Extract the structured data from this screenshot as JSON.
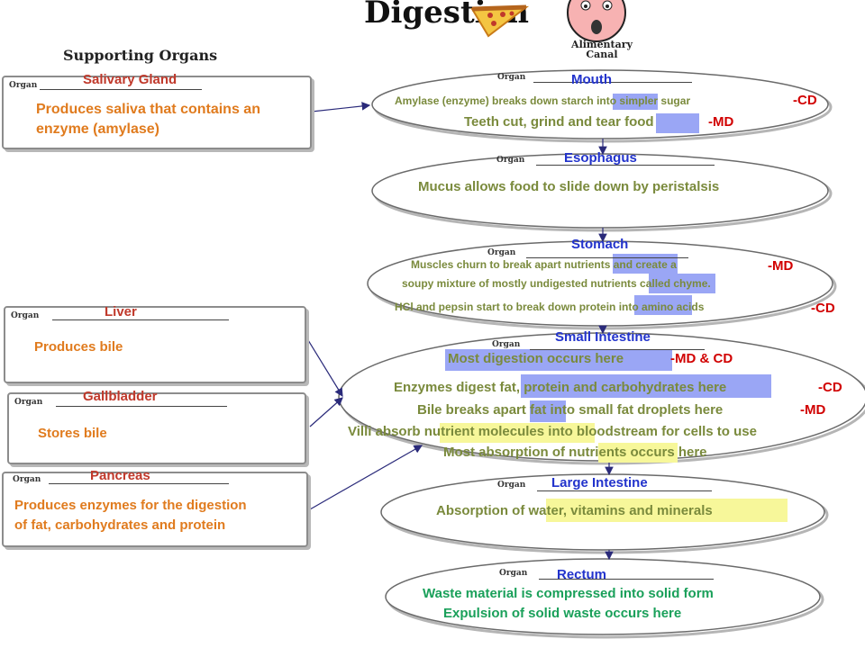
{
  "title": "Digestion",
  "alimentary_canal_label": "Alimentary\nCanal",
  "supporting_organs_title": "Supporting Organs",
  "organ_label": "Organ",
  "supporting": [
    {
      "name": "Salivary Gland",
      "desc": [
        "Produces saliva that contains an",
        "enzyme (amylase)"
      ]
    },
    {
      "name": "Liver",
      "desc": [
        "Produces bile"
      ]
    },
    {
      "name": "Gallbladder",
      "desc": [
        "Stores bile"
      ]
    },
    {
      "name": "Pancreas",
      "desc": [
        "Produces enzymes for the digestion",
        "of fat, carbohydrates and protein"
      ]
    }
  ],
  "canal": {
    "mouth": {
      "name": "Mouth",
      "line1": "Amylase (enzyme) breaks down starch into simpler sugar",
      "tag1": "-CD",
      "line2": "Teeth cut, grind and tear food",
      "tag2": "-MD"
    },
    "esophagus": {
      "name": "Esophagus",
      "line1": "Mucus allows food to slide down by peristalsis"
    },
    "stomach": {
      "name": "Stomach",
      "line1": "Muscles churn to break apart nutrients and create a",
      "tag1": "-MD",
      "line2": "soupy mixture of mostly undigested nutrients called chyme.",
      "line3": "HCl and pepsin start to break down protein into amino  acids",
      "tag3": "-CD"
    },
    "small_intestine": {
      "name": "Small Intestine",
      "line1": "Most digestion occurs here",
      "tag1": "-MD & CD",
      "line2": "Enzymes digest fat, protein and carbohydrates here",
      "tag2": "-CD",
      "line3": "Bile breaks apart fat into small fat droplets here",
      "tag3": "-MD",
      "line4": "Villi absorb nutrient molecules into bloodstream for cells to use",
      "line5": "Most absorption of nutrients occurs here"
    },
    "large_intestine": {
      "name": "Large Intestine",
      "line1": "Absorption of water, vitamins and minerals"
    },
    "rectum": {
      "name": "Rectum",
      "line1": "Waste material is compressed into solid form",
      "line2": "Expulsion of solid waste occurs here"
    }
  },
  "colors": {
    "organ_name_red": "#c0392b",
    "organ_name_blue": "#2233cc",
    "supporting_text": "#e07b1e",
    "canal_text": "#7a8a3c",
    "rectum_text": "#1aa05a",
    "tag": "#d10000",
    "highlight_blue": "#9aa6f5",
    "highlight_yellow": "#f7f79a"
  }
}
